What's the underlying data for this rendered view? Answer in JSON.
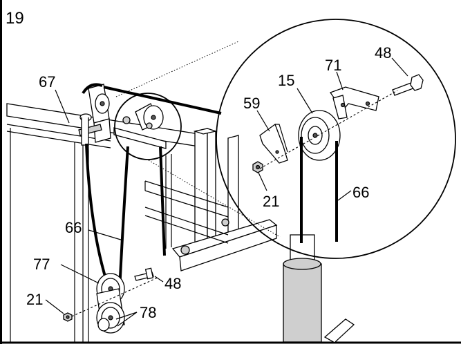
{
  "step_number": "19",
  "callouts": {
    "c67": "67",
    "c66_left": "66",
    "c77": "77",
    "c21_left": "21",
    "c48_left": "48",
    "c78": "78",
    "c48_detail": "48",
    "c71": "71",
    "c15": "15",
    "c59": "59",
    "c21_detail": "21",
    "c66_detail": "66"
  }
}
